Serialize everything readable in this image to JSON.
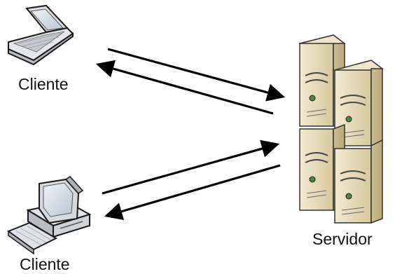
{
  "nodes": {
    "client_top": {
      "label": "Cliente",
      "icon": "laptop-icon"
    },
    "client_bottom": {
      "label": "Cliente",
      "icon": "desktop-computer-icon"
    },
    "server": {
      "label": "Servidor",
      "icon": "server-rack-icon"
    }
  },
  "edges": [
    {
      "from": "client_top",
      "to": "server"
    },
    {
      "from": "server",
      "to": "client_top"
    },
    {
      "from": "client_bottom",
      "to": "server"
    },
    {
      "from": "server",
      "to": "client_bottom"
    }
  ],
  "colors": {
    "arrow": "#000000",
    "device_body": "#d8dadf",
    "device_outline": "#1a1a1a",
    "server_body": "#e8dcb8",
    "server_shadow": "#c9b98f",
    "server_light": "#4a8a3a"
  }
}
